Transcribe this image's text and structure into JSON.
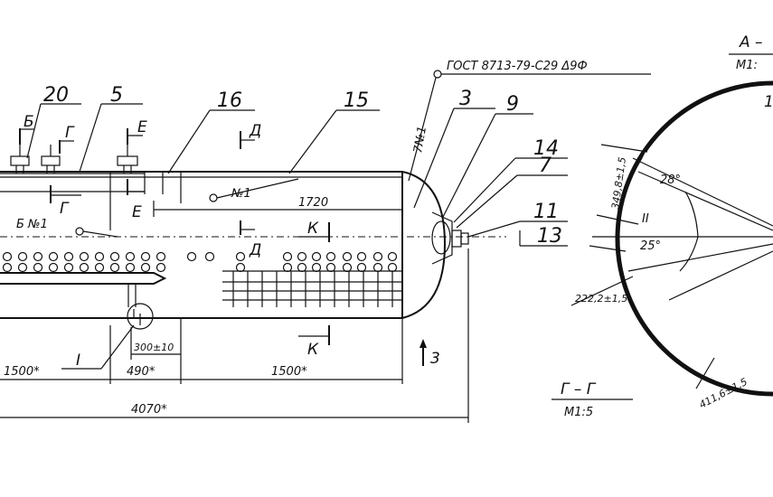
{
  "gost_note": "ГОСТ 8713-79-С29 Δ9Ф",
  "weld_ref": "7№1",
  "callouts": [
    "20",
    "5",
    "16",
    "15",
    "3",
    "9",
    "14",
    "7",
    "11",
    "13"
  ],
  "section_letters": {
    "b": "Б",
    "g": "Г",
    "e": "Е",
    "d": "Д",
    "k": "К"
  },
  "weld_marks": {
    "n1_top": "№1",
    "n1_left": "Б №1"
  },
  "dimensions": {
    "d1720": "1720",
    "d1500_left": "1500*",
    "d490": "490*",
    "d1500_right": "1500*",
    "d4070": "4070*",
    "d300": "300±10"
  },
  "detail_I": "I",
  "detail_II": "II",
  "flow_digit": "3",
  "section_A": {
    "title": "А –",
    "scale": "М1:"
  },
  "section_G": {
    "title": "Г – Г",
    "scale": "М1:5"
  },
  "angles": {
    "a28": "28°",
    "a25": "25°"
  },
  "arc_dims": {
    "top": "349,8±1,5",
    "left": "222,2±1,5",
    "bottom": "411,6±1,5"
  },
  "corner_digit": "1"
}
